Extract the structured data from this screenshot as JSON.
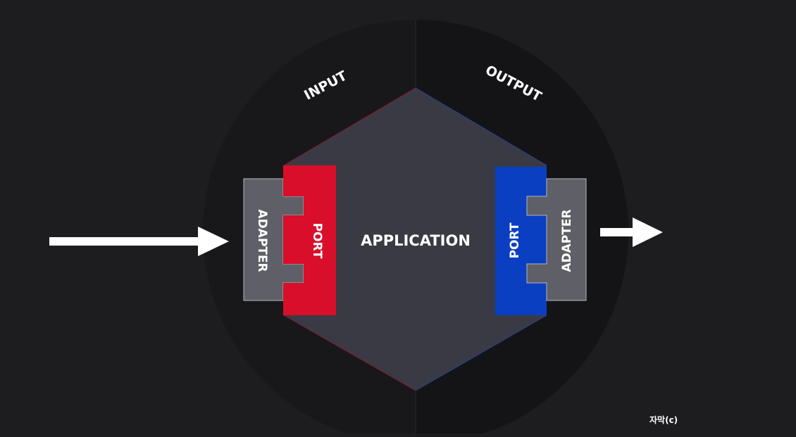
{
  "diagram": {
    "center_label": "APPLICATION",
    "input_label": "INPUT",
    "output_label": "OUTPUT",
    "left_port_label": "PORT",
    "left_adapter_label": "ADAPTER",
    "right_port_label": "PORT",
    "right_adapter_label": "ADAPTER"
  },
  "caption": "자막(c)",
  "colors": {
    "background": "#1d1d20",
    "circle_left": "#18181b",
    "circle_right": "#141416",
    "hexagon": "#3a3a44",
    "left_port": "#d80e2a",
    "right_port": "#0a3fc2",
    "adapter": "#5f5f68",
    "arrow": "#ffffff"
  }
}
